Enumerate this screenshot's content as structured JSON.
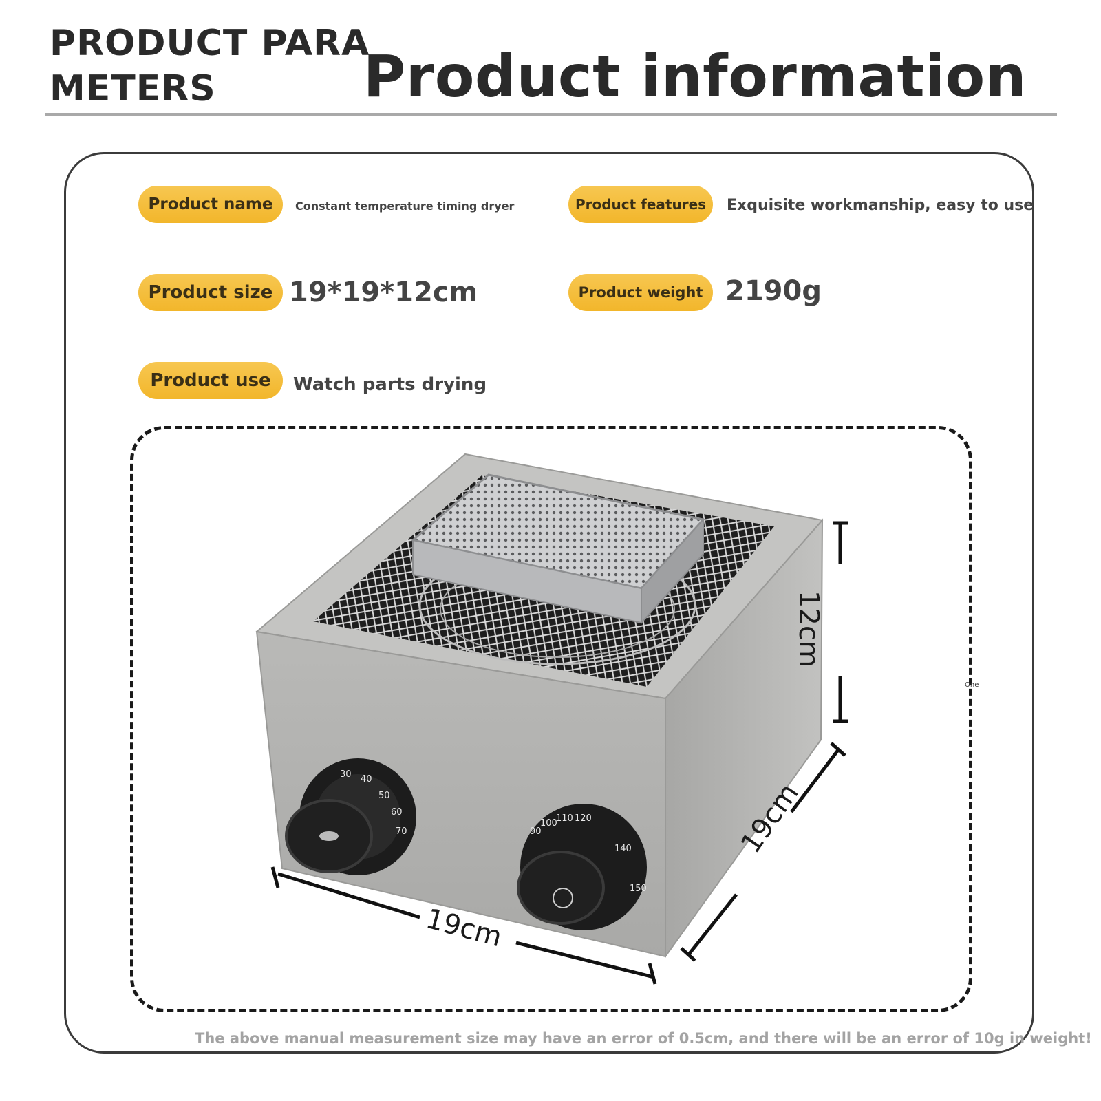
{
  "header": {
    "left_line1": "PRODUCT PARA",
    "left_line2": "METERS",
    "right_title": "Product information"
  },
  "specs": {
    "name_label": "Product name",
    "name_value": "Constant temperature timing dryer",
    "features_label": "Product features",
    "features_value": "Exquisite workmanship, easy to use",
    "size_label": "Product size",
    "size_value": "19*19*12cm",
    "weight_label": "Product weight",
    "weight_value": "2190g",
    "use_label": "Product use",
    "use_value": "Watch parts drying"
  },
  "dimensions": {
    "height": "12cm",
    "depth": "19cm",
    "width": "19cm",
    "small_mark": "One"
  },
  "dial_left_numbers": [
    "30",
    "40",
    "50",
    "60",
    "70"
  ],
  "dial_right_numbers": [
    "90",
    "100",
    "110",
    "120",
    "140",
    "150"
  ],
  "footer_note": "The above manual measurement size may have an error of 0.5cm, and there will be an error of 10g in weight!",
  "colors": {
    "accent": "#f4bd3a",
    "body_gray": "#b5b5b3",
    "text_dark": "#2a2a2a"
  }
}
